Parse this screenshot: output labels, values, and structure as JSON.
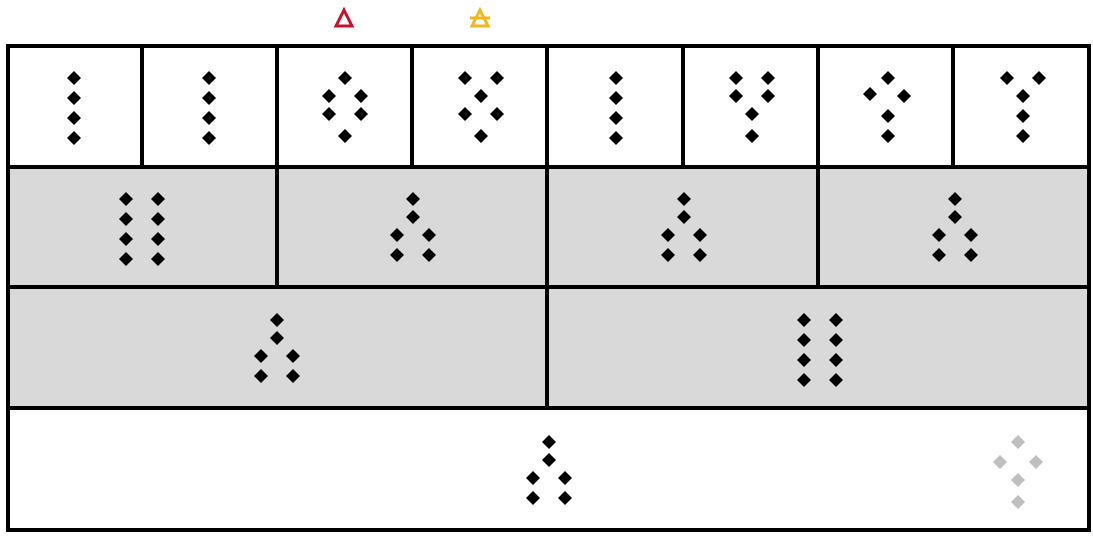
{
  "header": {
    "symbols": [
      {
        "name": "delta",
        "color": "#c8102e"
      },
      {
        "name": "delta-struck",
        "color": "#f0b81c"
      }
    ]
  },
  "colors": {
    "border": "#000000",
    "white_cell": "#ffffff",
    "gray_cell": "#d9d9d9",
    "dot": "#000000",
    "faded_dot": "#bfbfbf"
  },
  "rows": [
    {
      "fill": "white",
      "cells": [
        {
          "pattern": "column-4"
        },
        {
          "pattern": "column-4"
        },
        {
          "pattern": "diamond-6"
        },
        {
          "pattern": "v-shape-6"
        },
        {
          "pattern": "column-4"
        },
        {
          "pattern": "v-shape-6b"
        },
        {
          "pattern": "side-branch-5"
        },
        {
          "pattern": "y-shape-5"
        }
      ]
    },
    {
      "fill": "gray",
      "cells": [
        {
          "pattern": "double-column-8"
        },
        {
          "pattern": "tree-6"
        },
        {
          "pattern": "tree-6"
        },
        {
          "pattern": "tree-6"
        }
      ]
    },
    {
      "fill": "gray",
      "cells": [
        {
          "pattern": "tree-6"
        },
        {
          "pattern": "double-column-8"
        }
      ]
    },
    {
      "fill": "white",
      "cells": [
        {
          "pattern": "tree-6"
        }
      ],
      "ghost": {
        "pattern": "cross-5",
        "faded": true
      }
    }
  ]
}
